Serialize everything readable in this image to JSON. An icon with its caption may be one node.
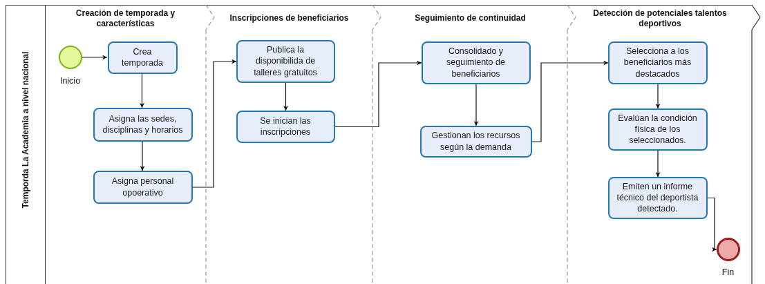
{
  "diagram": {
    "nodes": [
      {
        "text": [
          "Temporda La Academia a nivel nacional"
        ]
      },
      {
        "text": [
          "Creación de temporada y características"
        ],
        "in": 0
      },
      {
        "text": [
          "Inscripciones de beneficiarios"
        ],
        "in": 0
      },
      {
        "text": [
          "Seguimiento de continuidad"
        ],
        "in": 0
      },
      {
        "text": [
          "Detección de potenciales talentos deportivos"
        ],
        "in": 0
      },
      {
        "text": [],
        "shape": "circle",
        "beside": [
          "Inicio"
        ],
        "in": 1
      },
      {
        "text": [
          "Crea temporada"
        ],
        "in": 1
      },
      {
        "text": [
          "Asigna las sedes, disciplinas y horarios"
        ],
        "in": 1
      },
      {
        "text": [
          "Asigna personal opoerativo"
        ],
        "in": 1
      },
      {
        "text": [
          "Publica la disponibilida de talleres gratuitos"
        ],
        "in": 2
      },
      {
        "text": [
          "Se inician las inscripciones"
        ],
        "in": 2
      },
      {
        "text": [
          "Consolidado y seguimiento de beneficiarios"
        ],
        "in": 3
      },
      {
        "text": [
          "Gestionan los recursos según la demanda"
        ],
        "in": 3
      },
      {
        "text": [
          "Selecciona a los beneficiarios más destacados"
        ],
        "in": 4
      },
      {
        "text": [
          "Evalúan la condición física de los seleccionados."
        ],
        "in": 4
      },
      {
        "text": [
          "Emiten un informe técnico del deportista detectado."
        ],
        "in": 4
      },
      {
        "text": [],
        "shape": "circle",
        "beside": [
          "Fin"
        ],
        "in": 4
      }
    ],
    "edges": [
      {
        "from": 5,
        "to": 6,
        "arrow": "to"
      },
      {
        "from": 6,
        "to": 7,
        "arrow": "to"
      },
      {
        "from": 7,
        "to": 8,
        "arrow": "to"
      },
      {
        "from": 8,
        "to": 9,
        "arrow": "to"
      },
      {
        "from": 9,
        "to": 10,
        "arrow": "to"
      },
      {
        "from": 10,
        "to": 11,
        "arrow": "to"
      },
      {
        "from": 11,
        "to": 12,
        "arrow": "to"
      },
      {
        "from": 12,
        "to": 13,
        "arrow": "to"
      },
      {
        "from": 13,
        "to": 14,
        "arrow": "to"
      },
      {
        "from": 14,
        "to": 15,
        "arrow": "to"
      },
      {
        "from": 15,
        "to": 16,
        "arrow": "to"
      }
    ]
  }
}
